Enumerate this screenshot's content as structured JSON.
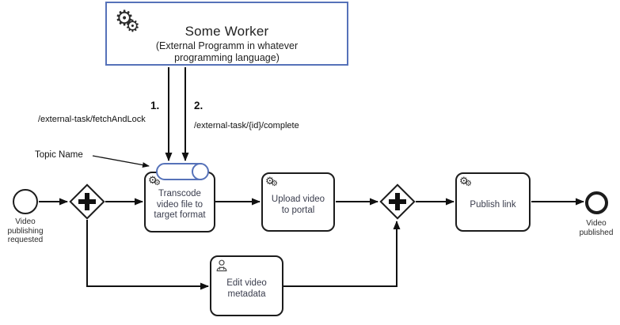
{
  "colors": {
    "accent_blue": "#5672b9",
    "shape_border": "#1c1c1c",
    "task_text": "#3a3d4d"
  },
  "icons": {
    "gears": "⚙",
    "person": "person-silhouette"
  },
  "worker_box": {
    "title": "Some Worker",
    "subtitle": "(External Programm in whatever programming language)"
  },
  "annotations": {
    "step1": {
      "label": "1.",
      "path": "/external-task/fetchAndLock"
    },
    "step2": {
      "label": "2.",
      "path": "/external-task/{id}/complete"
    },
    "topic": {
      "label": "Topic Name"
    }
  },
  "process": {
    "start_event": {
      "label": "Video publishing requested"
    },
    "end_event": {
      "label": "Video published"
    },
    "tasks": [
      {
        "id": "transcode",
        "type": "service",
        "label": "Transcode video file to target format"
      },
      {
        "id": "upload",
        "type": "service",
        "label": "Upload video to portal"
      },
      {
        "id": "publish",
        "type": "service",
        "label": "Publish link"
      },
      {
        "id": "edit-metadata",
        "type": "user",
        "label": "Edit video metadata"
      }
    ],
    "gateways": [
      {
        "id": "fork",
        "type": "parallel"
      },
      {
        "id": "join",
        "type": "parallel"
      }
    ]
  }
}
